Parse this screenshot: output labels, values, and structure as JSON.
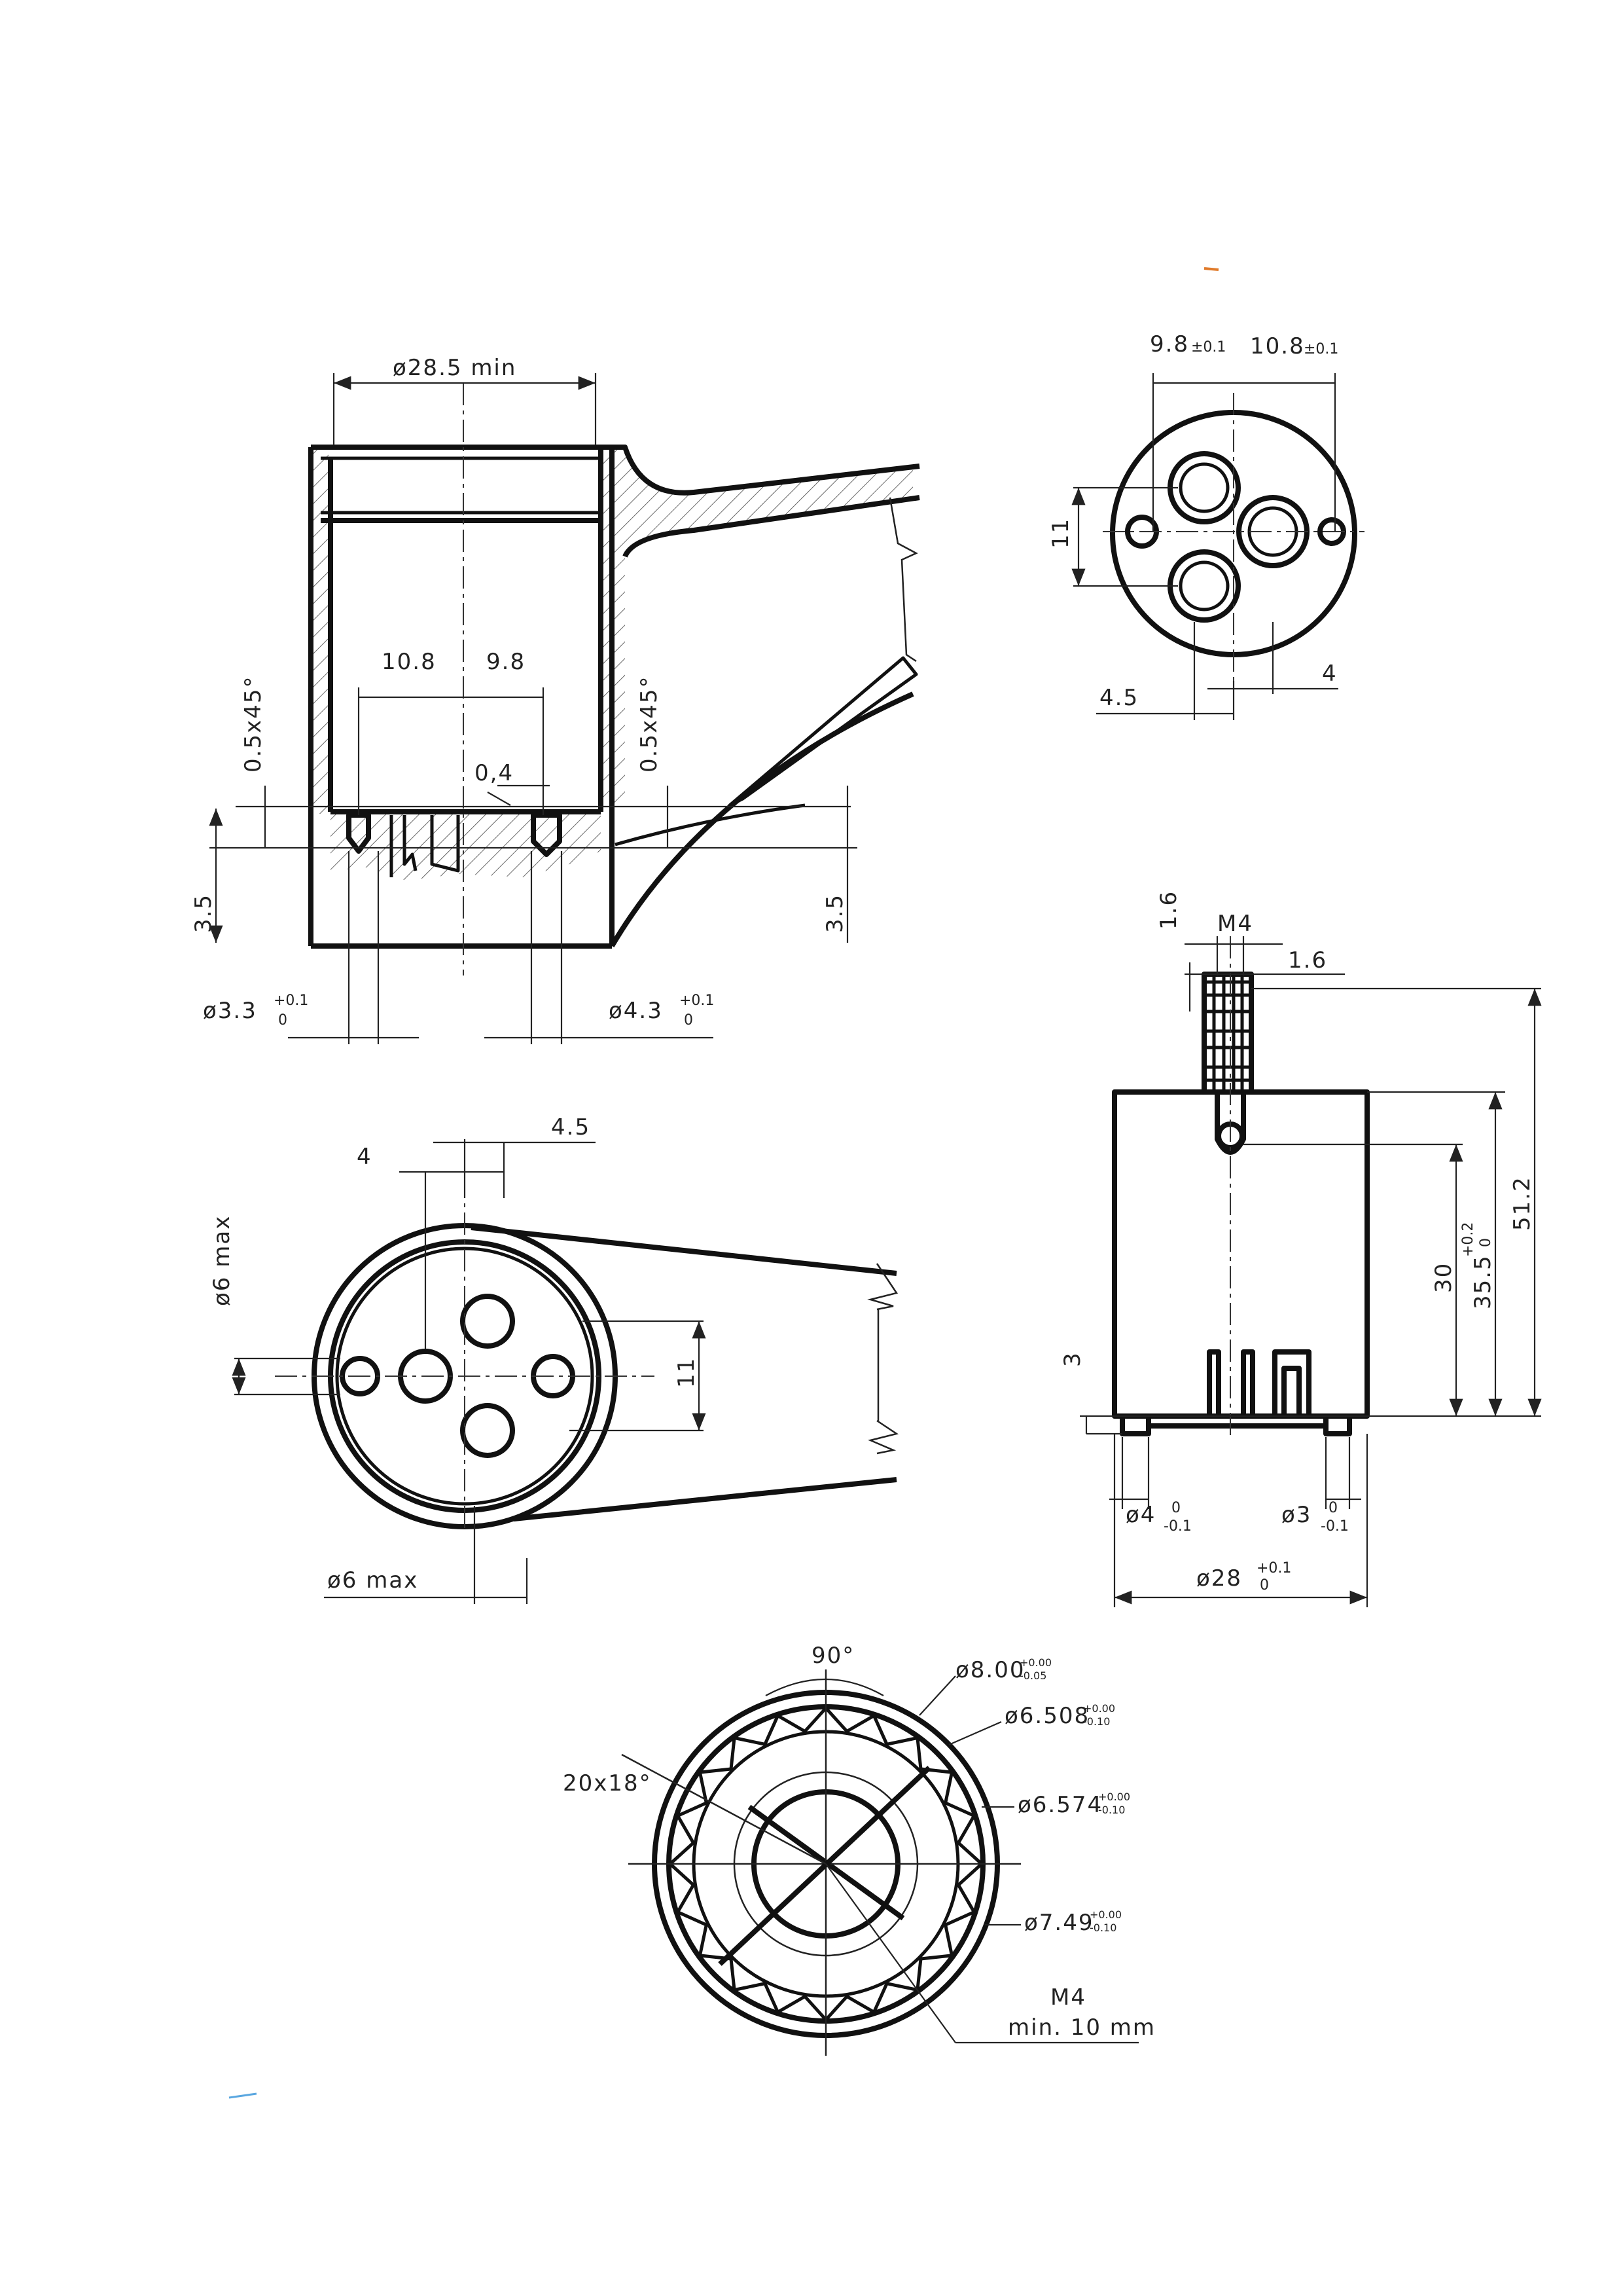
{
  "colors": {
    "ink": "#111111",
    "paper": "#ffffff",
    "accent_mark": "#e07a2a",
    "accent_mark_2": "#5aa7e0"
  },
  "view_section": {
    "dia_top": "ø28.5  min",
    "spacing_left": "10.8",
    "spacing_right": "9.8",
    "chamfer_left": "0.5x45°",
    "chamfer_right": "0.5x45°",
    "gap": "0,4",
    "depth_left": "3.5",
    "depth_right": "3.5",
    "hole_left_main": "ø3.3",
    "hole_left_sup": "+0.1",
    "hole_left_sub": "0",
    "hole_right_main": "ø4.3",
    "hole_right_sup": "+0.1",
    "hole_right_sub": "0"
  },
  "view_top_right": {
    "d_left": "9.8",
    "d_left_tol": "±0.1",
    "d_right": "10.8",
    "d_right_tol": "±0.1",
    "vertical": "11",
    "bottom_left": "4.5",
    "bottom_right": "4"
  },
  "view_side": {
    "thread": "M4",
    "top_16_vertical": "1.6",
    "top_16_horizontal": "1.6",
    "height_total": "51.2",
    "height_355": "35.5",
    "height_355_sup": "+0.2",
    "height_355_sub": "0",
    "height_30": "30",
    "base_3": "3",
    "pin_left_main": "ø4",
    "pin_left_sup": "0",
    "pin_left_sub": "-0.1",
    "pin_right_main": "ø3",
    "pin_right_sup": "0",
    "pin_right_sub": "-0.1",
    "width_main": "ø28",
    "width_sup": "+0.1",
    "width_sub": "0"
  },
  "view_bottom_left": {
    "top_4": "4",
    "top_45": "4.5",
    "left_dia": "ø6  max",
    "right_11": "11",
    "bottom_dia": "ø6  max"
  },
  "view_spline": {
    "angle": "90°",
    "teeth": "20x18°",
    "d1_main": "ø8.00",
    "d1_sup": "+0.00",
    "d1_sub": "-0.05",
    "d2_main": "ø6.508",
    "d2_sup": "+0.00",
    "d2_sub": "-0.10",
    "d3_main": "ø6.574",
    "d3_sup": "+0.00",
    "d3_sub": "-0.10",
    "d4_main": "ø7.49",
    "d4_sup": "+0.00",
    "d4_sub": "-0.10",
    "thread_label": "M4",
    "thread_depth": "min. 10 mm"
  }
}
